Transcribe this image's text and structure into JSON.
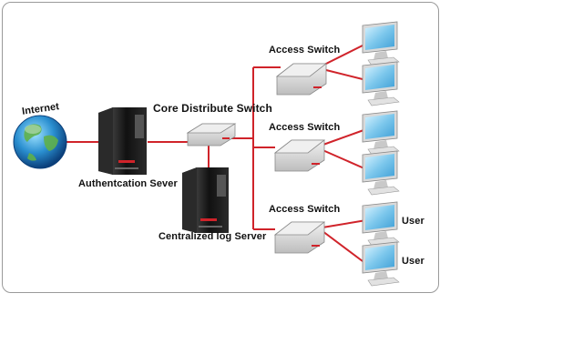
{
  "labels": {
    "internet": "Internet",
    "auth_server": "Authentcation Sever",
    "core_switch": "Core Distribute Switch",
    "log_server": "Centralized log Server",
    "access_switch_1": "Access Switch",
    "access_switch_2": "Access Switch",
    "access_switch_3": "Access Switch",
    "user_1": "User",
    "user_2": "User"
  },
  "colors": {
    "link": "#d0232a",
    "frame": "#9a9a9a",
    "server_body": "#1a1a1a",
    "switch_body": "#d8d8d8",
    "monitor_screen": "#8fd0ee"
  }
}
